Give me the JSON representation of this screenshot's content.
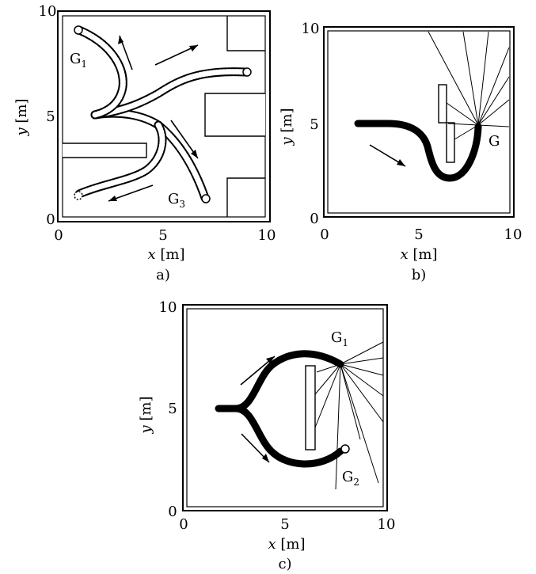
{
  "panels": {
    "a": {
      "label": "a)",
      "xlabel_var": "x",
      "xlabel_unit": " [m]",
      "ylabel_var": "y",
      "ylabel_unit": " [m]",
      "x_ticks": [
        "0",
        "5",
        "10"
      ],
      "y_ticks": [
        "0",
        "5",
        "10"
      ],
      "goals": [
        {
          "base": "G",
          "sub": "1"
        },
        {
          "base": "G",
          "sub": "3"
        }
      ]
    },
    "b": {
      "label": "b)",
      "xlabel_var": "x",
      "xlabel_unit": " [m]",
      "ylabel_var": "y",
      "ylabel_unit": " [m]",
      "x_ticks": [
        "0",
        "5",
        "10"
      ],
      "y_ticks": [
        "0",
        "5",
        "10"
      ],
      "goals": [
        {
          "base": "G",
          "sub": ""
        }
      ]
    },
    "c": {
      "label": "c)",
      "xlabel_var": "x",
      "xlabel_unit": " [m]",
      "ylabel_var": "y",
      "ylabel_unit": " [m]",
      "x_ticks": [
        "0",
        "5",
        "10"
      ],
      "y_ticks": [
        "0",
        "5",
        "10"
      ],
      "goals": [
        {
          "base": "G",
          "sub": "1"
        },
        {
          "base": "G",
          "sub": "2"
        }
      ]
    }
  }
}
